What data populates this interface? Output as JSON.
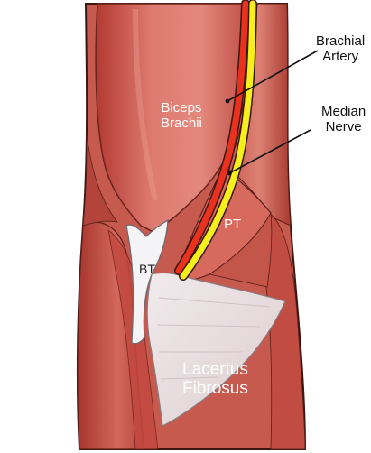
{
  "labels": {
    "brachial_artery": [
      "Brachial",
      "Artery"
    ],
    "median_nerve": [
      "Median",
      "Nerve"
    ],
    "biceps_brachii": [
      "Biceps",
      "Brachii"
    ],
    "pronator_teres": "PT",
    "biceps_tendon": "BT",
    "lacertus_fibrosus": [
      "Lacertus",
      "Fibrosus"
    ]
  },
  "colors": {
    "muscle": "#c8453c",
    "muscle_light": "#e0857a",
    "muscle_dark": "#9c2f28",
    "tendon": "#f4f4f6",
    "fascia": "#ece4e6",
    "artery": "#e8321e",
    "nerve": "#f6ef1c",
    "outline": "#3a1612",
    "callout_line": "#111111"
  }
}
